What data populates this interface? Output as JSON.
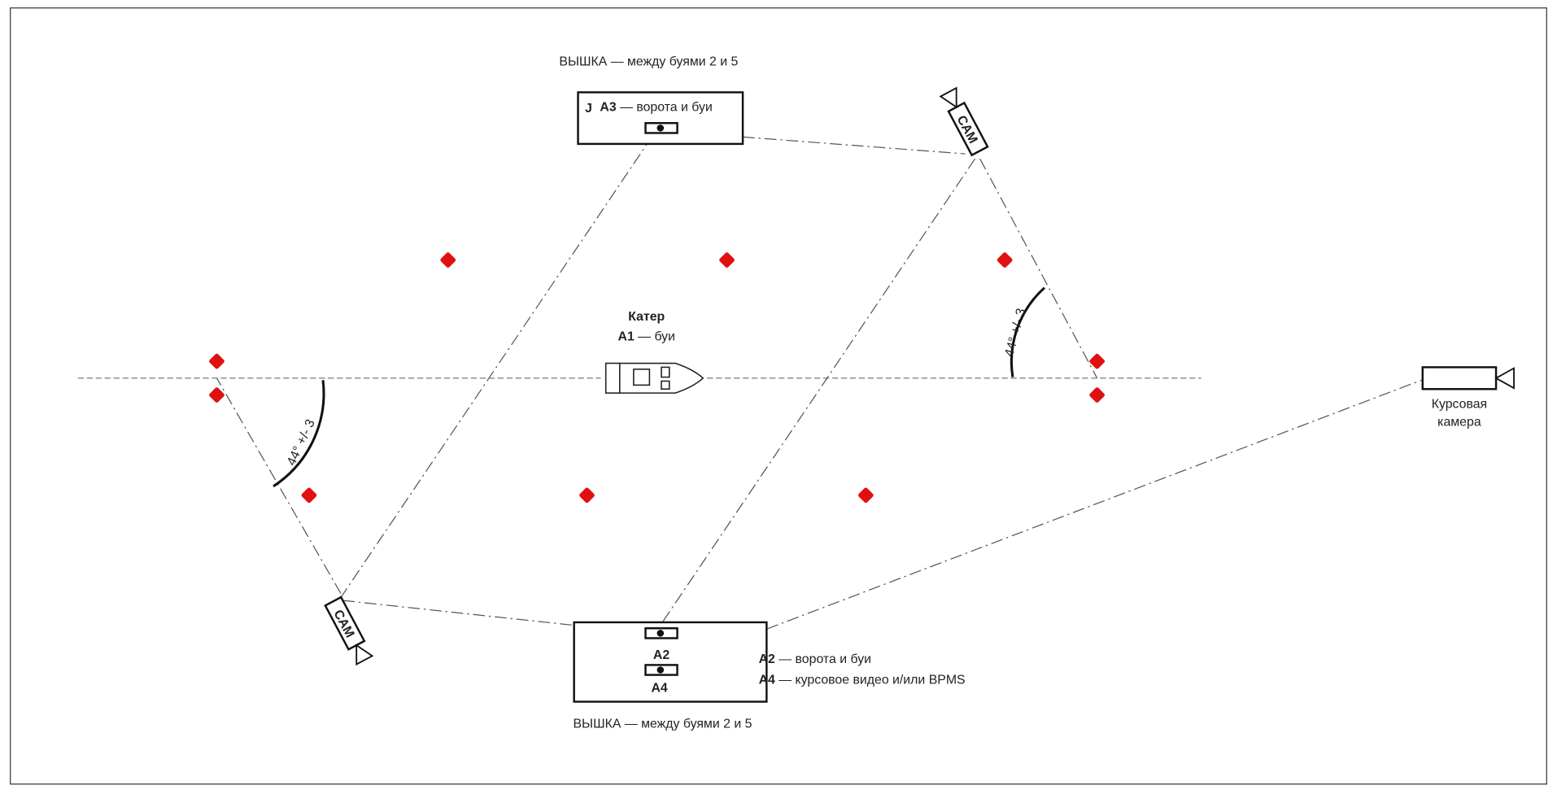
{
  "tower_top": {
    "caption": "ВЫШКА — между буями 2 и 5",
    "prefix": "J",
    "code": "A3",
    "desc": " — ворота и буи"
  },
  "tower_bottom": {
    "caption": "ВЫШКА — между буями  2 и 5",
    "cam1": "A2",
    "cam2": "A4"
  },
  "legend": {
    "a2_code": "A2",
    "a2_desc": " — ворота и буи",
    "a4_code": "A4",
    "a4_desc": " — курсовое видео и/или BPMS"
  },
  "boat": {
    "title": "Катер",
    "code": "A1",
    "desc": " — буи"
  },
  "cameras": {
    "cam_label": "CAM",
    "course_label_1": "Курсовая",
    "course_label_2": "камера"
  },
  "angles": {
    "left": "44° +/- 3",
    "right": "44° +/- 3"
  },
  "colors": {
    "buoy": "#e01010",
    "line": "#111111"
  }
}
